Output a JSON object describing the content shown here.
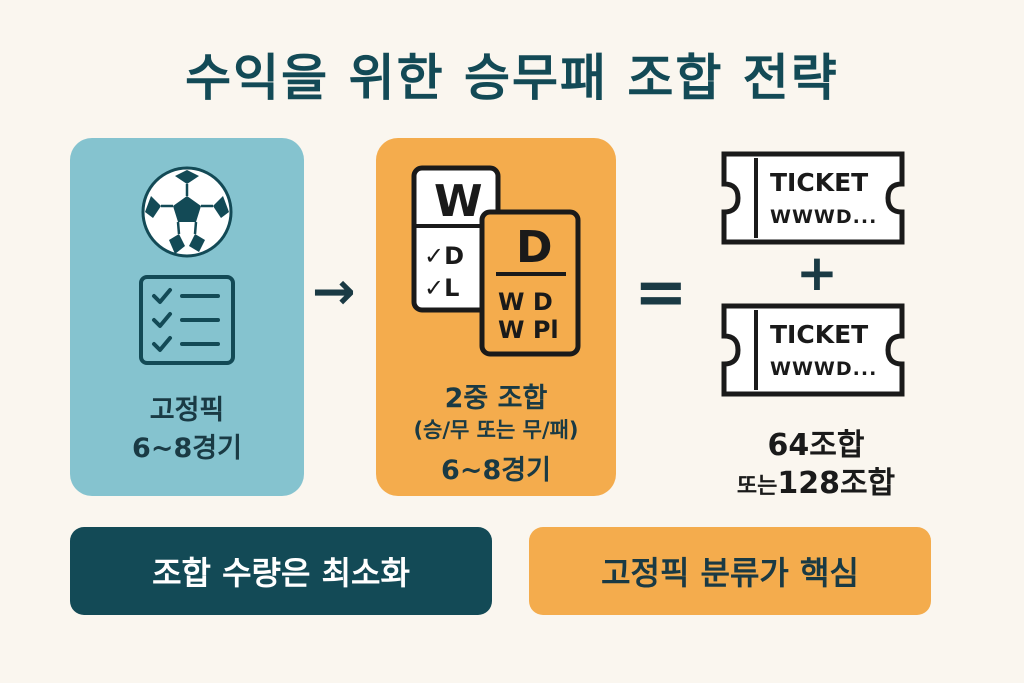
{
  "title": "수익을 위한 승무패 조합 전략",
  "left_card": {
    "line1": "고정픽",
    "line2": "6~8경기",
    "icons": [
      "soccer-ball-icon",
      "checklist-icon"
    ]
  },
  "arrow_symbol": "→",
  "middle_card": {
    "sheet_back": {
      "header": "W",
      "rows": [
        "✓D",
        "✓L"
      ]
    },
    "sheet_front": {
      "header": "D",
      "rows": [
        "W D",
        "W Pl"
      ]
    },
    "line1": "2중 조합",
    "line2": "(승/무 또는 무/패)",
    "line3": "6~8경기"
  },
  "equals_symbol": "=",
  "tickets": [
    {
      "title": "TICKET",
      "code": "WWWD..."
    },
    {
      "title": "TICKET",
      "code": "WWWD..."
    }
  ],
  "plus_symbol": "+",
  "combo_line1": "64조합",
  "combo_line2_prefix": "또는",
  "combo_line2_value": "128조합",
  "banners": {
    "left": "조합 수량은 최소화",
    "right": "고정픽 분류가 핵심"
  },
  "colors": {
    "teal_card": "#85c3cf",
    "orange": "#f4ac4d",
    "dark_teal": "#134a56",
    "background": "#faf6ef"
  }
}
